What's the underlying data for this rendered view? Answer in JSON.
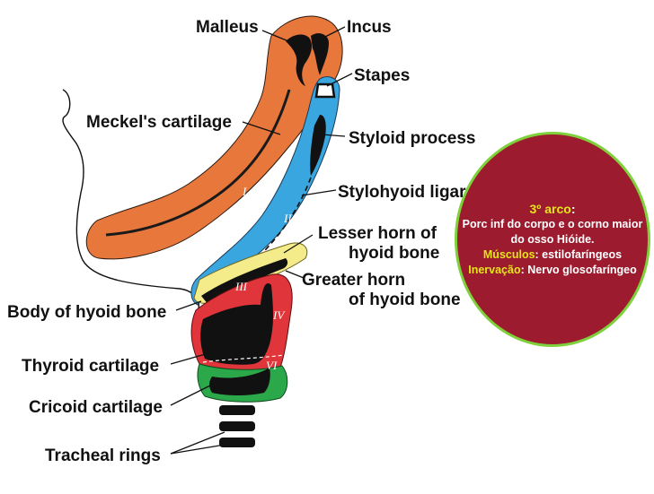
{
  "labels": {
    "malleus": "Malleus",
    "incus": "Incus",
    "stapes": "Stapes",
    "meckel": "Meckel's cartilage",
    "styloid": "Styloid process",
    "stylohyoid": "Stylohyoid ligar",
    "lesser_horn_1": "Lesser horn of",
    "lesser_horn_2": "hyoid bone",
    "greater_horn_1": "Greater horn",
    "greater_horn_2": "of hyoid bone",
    "body_hyoid": "Body of hyoid bone",
    "thyroid": "Thyroid cartilage",
    "cricoid": "Cricoid cartilage",
    "tracheal": "Tracheal rings"
  },
  "arch_numerals": {
    "i": "I",
    "ii": "II",
    "iii": "III",
    "iv": "IV",
    "vi": "VI"
  },
  "info": {
    "heading": "3º arco",
    "heading_suffix": ":",
    "line1": "Porc inf do corpo e o corno maior do osso Hióide.",
    "muscles_label": "Músculos",
    "muscles_text": ": estilofaríngeos",
    "innervation_label": "Inervação",
    "innervation_text": ": Nervo glosofaríngeo"
  },
  "colors": {
    "arch1": "#e8773c",
    "arch2": "#3aa6e0",
    "arch3": "#f4ec8a",
    "arch4": "#e0353a",
    "arch6": "#2aa84a",
    "info_bg": "#9c1b2e",
    "info_border": "#7fd13b",
    "info_highlight": "#e6e51a"
  }
}
